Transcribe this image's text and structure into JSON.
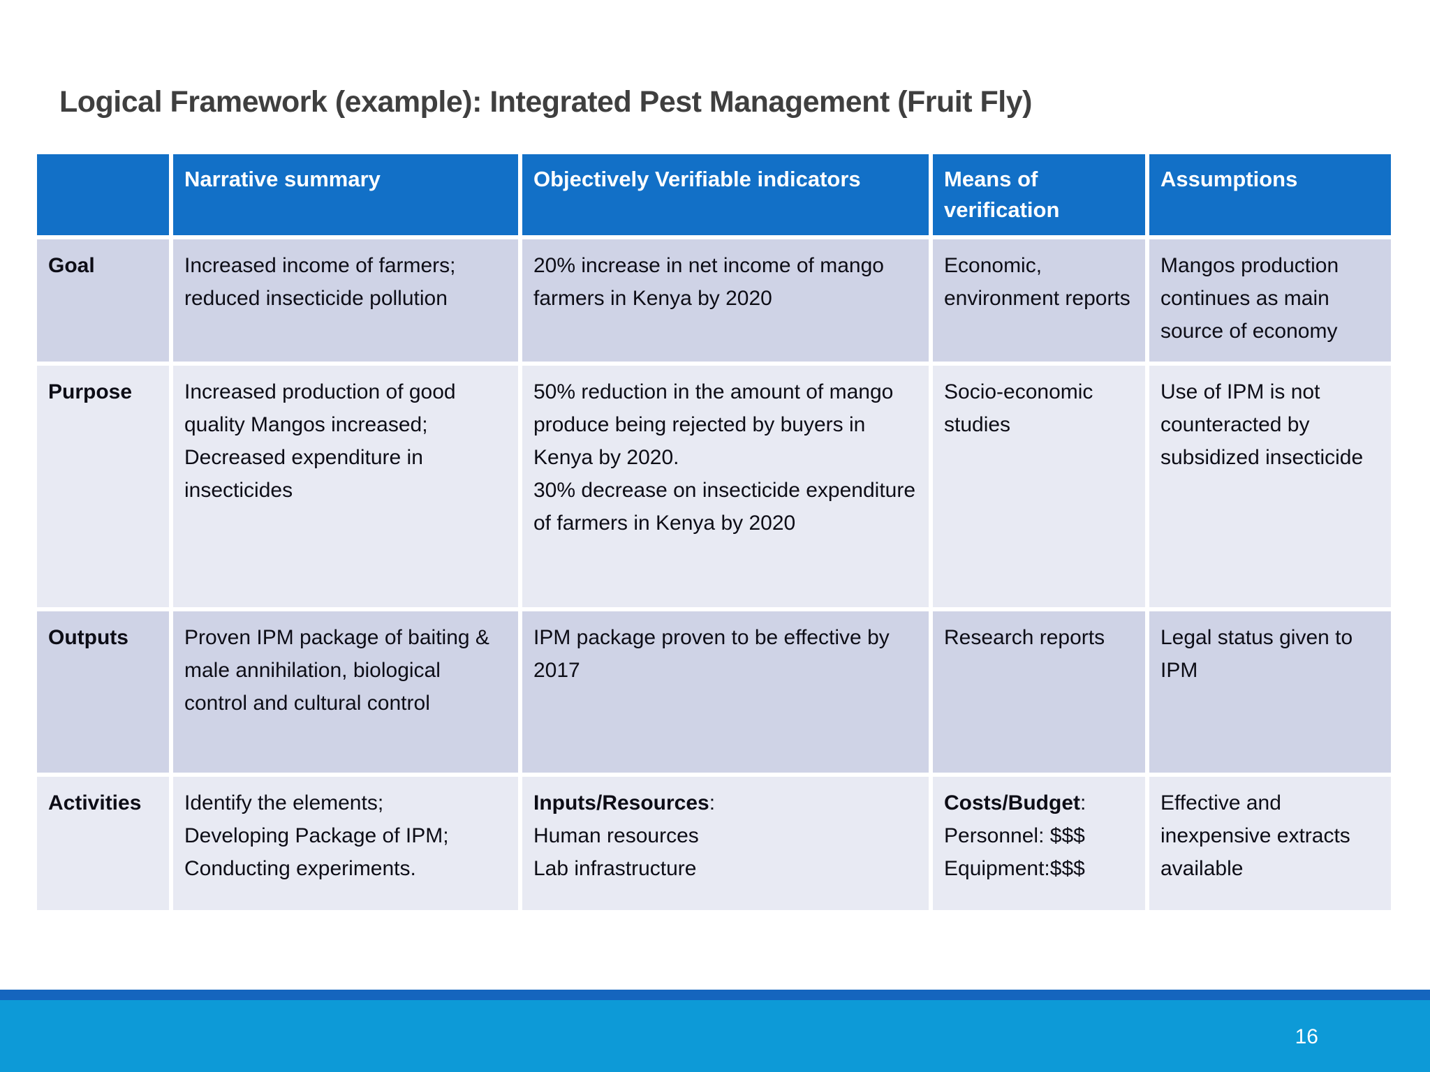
{
  "slide": {
    "title": "Logical Framework (example): Integrated Pest Management (Fruit Fly)",
    "page_number": "16"
  },
  "colors": {
    "header_bg": "#1270C7",
    "header_text": "#FFFFFF",
    "row_dark": "#CFD3E6",
    "row_light": "#E8EAF3",
    "body_text": "#0D0D16",
    "title_text": "#3F3F3F",
    "footer_strip": "#1565BE",
    "footer_bar": "#0D9AD7"
  },
  "table": {
    "columns": [
      "",
      "Narrative summary",
      "Objectively Verifiable indicators",
      "Means of verification",
      "Assumptions"
    ],
    "rows": [
      {
        "label": "Goal",
        "cells": [
          {
            "lines": [
              {
                "t": "Increased income of farmers; reduced insecticide pollution"
              }
            ]
          },
          {
            "lines": [
              {
                "t": "20% increase in net income of mango farmers in Kenya by 2020"
              }
            ]
          },
          {
            "lines": [
              {
                "t": "Economic, environment reports"
              }
            ]
          },
          {
            "lines": [
              {
                "t": "Mangos production continues as main source of economy"
              }
            ]
          }
        ]
      },
      {
        "label": "Purpose",
        "cells": [
          {
            "lines": [
              {
                "t": "Increased production of good quality Mangos increased;"
              },
              {
                "t": "Decreased expenditure in insecticides"
              }
            ]
          },
          {
            "lines": [
              {
                "t": "50% reduction in the amount of mango produce being rejected by buyers in Kenya by 2020."
              },
              {
                "t": "30% decrease on insecticide expenditure of farmers in Kenya by 2020"
              }
            ]
          },
          {
            "lines": [
              {
                "t": "Socio-economic studies"
              }
            ]
          },
          {
            "lines": [
              {
                "t": "Use of IPM is not counteracted by subsidized insecticide"
              }
            ]
          }
        ]
      },
      {
        "label": "Outputs",
        "cells": [
          {
            "lines": [
              {
                "t": "Proven IPM package of baiting & male annihilation, biological control and cultural control"
              }
            ]
          },
          {
            "lines": [
              {
                "t": "IPM package proven to be effective by 2017"
              }
            ]
          },
          {
            "lines": [
              {
                "t": "Research reports"
              }
            ]
          },
          {
            "lines": [
              {
                "t": "Legal status given to IPM"
              }
            ]
          }
        ]
      },
      {
        "label": "Activities",
        "cells": [
          {
            "lines": [
              {
                "t": "Identify the elements;"
              },
              {
                "t": "Developing Package of IPM;"
              },
              {
                "t": "Conducting experiments."
              }
            ]
          },
          {
            "lines": [
              {
                "b": "Inputs/Resources",
                "t": ":"
              },
              {
                "t": "Human resources"
              },
              {
                "t": "Lab infrastructure"
              }
            ]
          },
          {
            "lines": [
              {
                "b": "Costs/Budget",
                "t": ":"
              },
              {
                "t": "Personnel: $$$"
              },
              {
                "t": "Equipment:$$$"
              }
            ]
          },
          {
            "lines": [
              {
                "t": "Effective and inexpensive extracts available"
              }
            ]
          }
        ]
      }
    ]
  }
}
